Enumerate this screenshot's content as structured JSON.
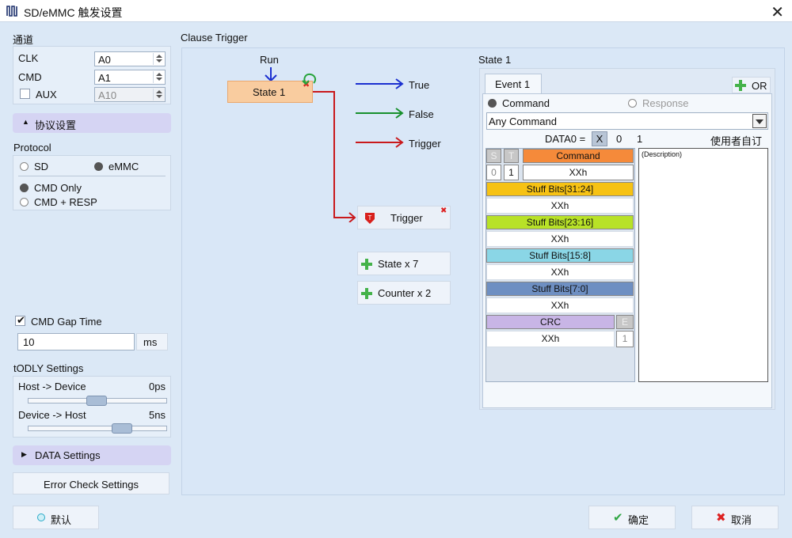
{
  "window": {
    "title": "SD/eMMC 触发设置"
  },
  "channel": {
    "heading": "通道",
    "rows": [
      {
        "label": "CLK",
        "value": "A0"
      },
      {
        "label": "CMD",
        "value": "A1"
      },
      {
        "label": "AUX",
        "value": "A10"
      }
    ]
  },
  "protocol_settings": {
    "button_label": "协议设置",
    "protocol_heading": "Protocol",
    "sd_label": "SD",
    "emmc_label": "eMMC",
    "cmd_only_label": "CMD Only",
    "cmd_resp_label": "CMD + RESP"
  },
  "gap": {
    "label": "CMD Gap Time",
    "value": "10",
    "unit": "ms"
  },
  "todly": {
    "heading": "tODLY Settings",
    "host_device_label": "Host -> Device",
    "host_device_value": "0ps",
    "device_host_label": "Device -> Host",
    "device_host_value": "5ns"
  },
  "data_settings_label": "DATA Settings",
  "error_check_label": "Error Check Settings",
  "default_button": "默认",
  "clause": {
    "heading": "Clause Trigger",
    "run_label": "Run",
    "state1_label": "State 1",
    "true_label": "True",
    "false_label": "False",
    "trigger_label": "Trigger",
    "trigger_box_label": "Trigger",
    "state_add_label": "State x 7",
    "counter_add_label": "Counter x 2"
  },
  "state_panel": {
    "heading": "State 1",
    "tab_label": "Event 1",
    "or_label": "OR",
    "command_label": "Command",
    "response_label": "Response",
    "command_select_value": "Any Command",
    "data0_label": "DATA0 =",
    "data0_x": "X",
    "data0_0": "0",
    "data0_1": "1",
    "user_custom": "使用者自订",
    "description": "(Description)",
    "fields": {
      "s": "S",
      "t": "T",
      "command": "Command",
      "s_val": "0",
      "t_val": "1",
      "cmd_val": "XXh",
      "stuff1": "Stuff Bits[31:24]",
      "stuff1_val": "XXh",
      "stuff2": "Stuff Bits[23:16]",
      "stuff2_val": "XXh",
      "stuff3": "Stuff Bits[15:8]",
      "stuff3_val": "XXh",
      "stuff4": "Stuff Bits[7:0]",
      "stuff4_val": "XXh",
      "crc": "CRC",
      "e": "E",
      "crc_val": "XXh",
      "e_val": "1"
    }
  },
  "ok_button": "确定",
  "cancel_button": "取消",
  "colors": {
    "command": "#f58a3a",
    "stuff1": "#f6c214",
    "stuff2": "#b8e227",
    "stuff3": "#8ad6e6",
    "stuff4": "#6e8fc2",
    "crc": "#c8b5e6"
  }
}
